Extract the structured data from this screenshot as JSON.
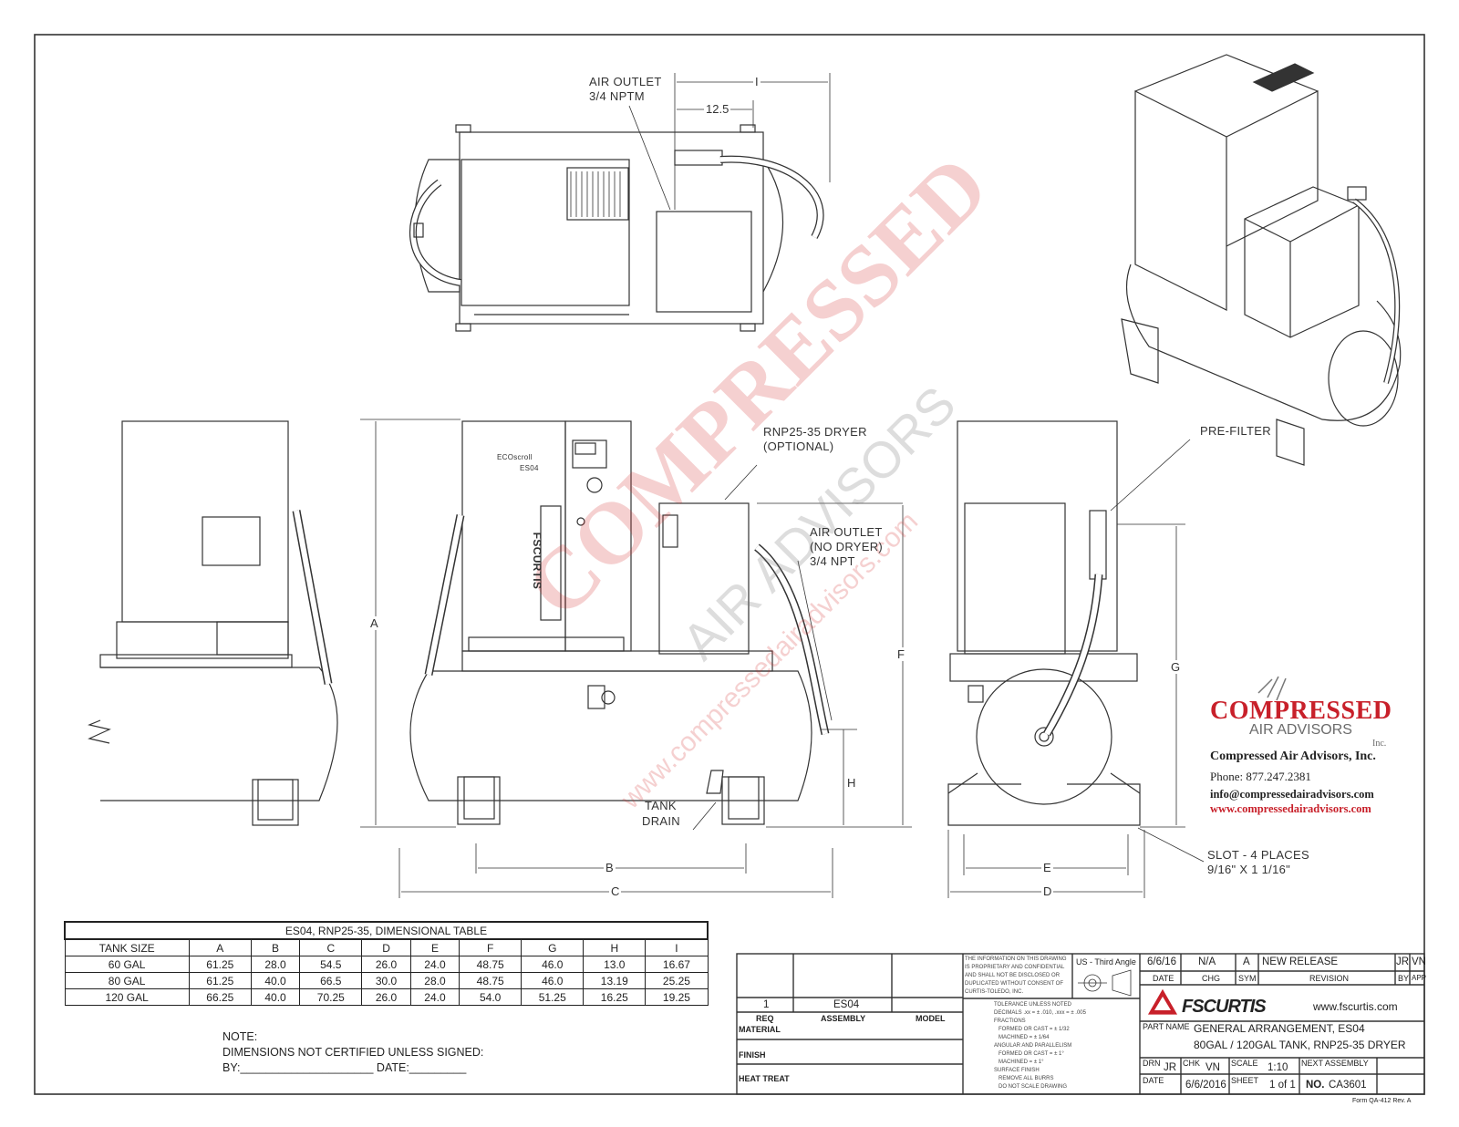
{
  "callouts": {
    "air_outlet_top": "AIR OUTLET",
    "air_outlet_top_size": "3/4 NPTM",
    "dryer": "RNP25-35 DRYER",
    "dryer_optional": "(OPTIONAL)",
    "air_outlet_no_dryer": "AIR OUTLET",
    "air_outlet_no_dryer_2": "(NO DRYER)",
    "air_outlet_no_dryer_3": "3/4 NPT",
    "tank_drain": "TANK",
    "tank_drain_2": "DRAIN",
    "pre_filter": "PRE-FILTER",
    "slot": "SLOT - 4 PLACES",
    "slot_size": "9/16\" X 1 1/16\""
  },
  "dims": {
    "I": "I",
    "d125": "12.5",
    "A": "A",
    "F": "F",
    "G": "G",
    "H": "H",
    "B": "B",
    "C": "C",
    "E": "E",
    "D": "D"
  },
  "unit_labels": {
    "brand_panel": "ECOscroll",
    "model_panel": "ES04",
    "curtis_vertical": "FSCURTIS"
  },
  "table": {
    "title": "ES04, RNP25-35, DIMENSIONAL TABLE",
    "headers": [
      "TANK SIZE",
      "A",
      "B",
      "C",
      "D",
      "E",
      "F",
      "G",
      "H",
      "I"
    ],
    "rows": [
      [
        "60 GAL",
        "61.25",
        "28.0",
        "54.5",
        "26.0",
        "24.0",
        "48.75",
        "46.0",
        "13.0",
        "16.67"
      ],
      [
        "80 GAL",
        "61.25",
        "40.0",
        "66.5",
        "30.0",
        "28.0",
        "48.75",
        "46.0",
        "13.19",
        "25.25"
      ],
      [
        "120 GAL",
        "66.25",
        "40.0",
        "70.25",
        "26.0",
        "24.0",
        "54.0",
        "51.25",
        "16.25",
        "19.25"
      ]
    ]
  },
  "note": {
    "title": "NOTE:",
    "line1": "DIMENSIONS NOT CERTIFIED UNLESS SIGNED:",
    "line2": "BY:_____________________ DATE:_________"
  },
  "dealer": {
    "logo_line1": "COMPRESSED",
    "logo_line2": "AIR ADVISORS",
    "logo_inc": "Inc.",
    "name": "Compressed Air Advisors, Inc.",
    "phone": "Phone: 877.247.2381",
    "email": "info@compressedairadvisors.com",
    "web": "www.compressedairadvisors.com"
  },
  "watermark": {
    "big": "COMPRESSED",
    "sub": "AIR ADVISORS",
    "url": "www.compressedairadvisors.com"
  },
  "title_block": {
    "req_qty": "1",
    "assembly": "ES04",
    "col_req": "REQ",
    "col_assembly": "ASSEMBLY",
    "col_model": "MODEL",
    "material": "MATERIAL",
    "finish": "FINISH",
    "heat_treat": "HEAT TREAT",
    "proprietary": "THE INFORMATION ON THIS DRAWING IS PROPRIETARY AND CONFIDENTIAL AND SHALL NOT BE DISCLOSED OR DUPLICATED WITHOUT CONSENT OF CURTIS-TOLEDO, INC.",
    "projection": "US - Third Angle",
    "tolerance": "TOLERANCE UNLESS NOTED\nDECIMALS .xx = ± .010, .xxx = ± .005\nFRACTIONS\n   FORMED OR CAST = ± 1/32\n   MACHINED = ± 1/64\nANGULAR AND PARALLELISM\n   FORMED OR CAST = ± 1°\n   MACHINED = ± 1°\nSURFACE FINISH\n   REMOVE ALL BURRS\n   DO NOT SCALE DRAWING",
    "rev_date": "6/6/16",
    "rev_chg": "N/A",
    "rev_sym": "A",
    "rev_desc": "NEW RELEASE",
    "rev_by": "JR",
    "rev_app": "VN",
    "h_date": "DATE",
    "h_chg": "CHG",
    "h_sym": "SYM",
    "h_revision": "REVISION",
    "h_by": "BY",
    "h_app": "APP",
    "brand": "FSCURTIS",
    "website": "www.fscurtis.com",
    "part_name_label": "PART NAME",
    "part_name_1": "GENERAL ARRANGEMENT, ES04",
    "part_name_2": "80GAL / 120GAL TANK, RNP25-35 DRYER",
    "drn_label": "DRN",
    "drn": "JR",
    "chk_label": "CHK",
    "chk": "VN",
    "scale_label": "SCALE",
    "scale": "1:10",
    "next_assembly": "NEXT ASSEMBLY",
    "date_label": "DATE",
    "date": "6/6/2016",
    "sheet_label": "SHEET",
    "sheet": "1 of 1",
    "no_label": "NO.",
    "number": "CA3601",
    "form": "Form  QA-412  Rev.  A"
  },
  "colors": {
    "line": "#333333",
    "watermark_red": "#d22828",
    "dealer_red": "#c8202a",
    "dealer_grey": "#6b6b6b"
  }
}
